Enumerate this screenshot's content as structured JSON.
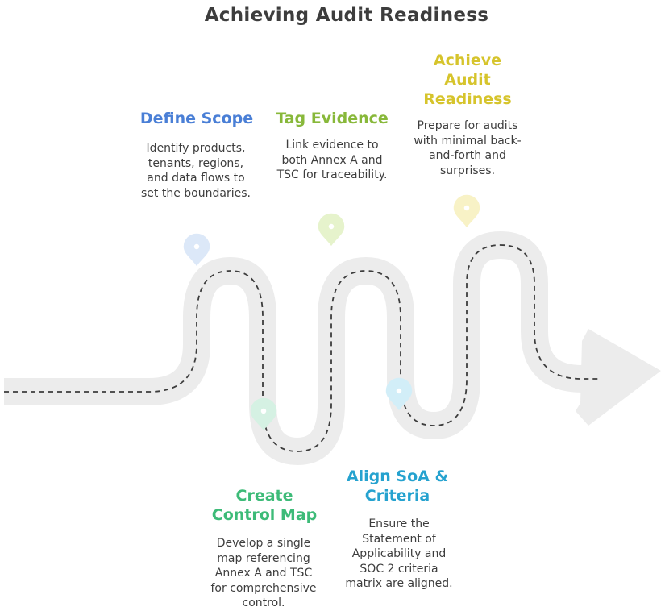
{
  "title": "Achieving Audit Readiness",
  "colors": {
    "road": "#ececec",
    "dash": "#3d3d3d",
    "text": "#3d3d3d"
  },
  "steps": [
    {
      "title": "Define Scope",
      "description": "Identify products, tenants, regions, and data flows to set the boundaries.",
      "color": "#4a7fd6",
      "pin_fill": "#dce8f8",
      "icon": "map-pin-icon"
    },
    {
      "title": "Create Control Map",
      "description": "Develop a single map referencing Annex A and TSC for comprehensive control.",
      "color": "#3dbb78",
      "pin_fill": "#d5f1e3",
      "icon": "map-pin-icon"
    },
    {
      "title": "Tag Evidence",
      "description": "Link evidence to both Annex A and TSC for traceability.",
      "color": "#88b83a",
      "pin_fill": "#e6f3cc",
      "icon": "map-pin-icon"
    },
    {
      "title": "Align SoA & Criteria",
      "description": "Ensure the Statement of Applicability and SOC 2 criteria matrix are aligned.",
      "color": "#25a2cf",
      "pin_fill": "#d2eef8",
      "icon": "map-pin-icon"
    },
    {
      "title": "Achieve Audit Readiness",
      "description": "Prepare for audits with minimal back-and-forth and surprises.",
      "color": "#d6c42c",
      "pin_fill": "#f8f2c6",
      "icon": "map-pin-icon"
    }
  ]
}
